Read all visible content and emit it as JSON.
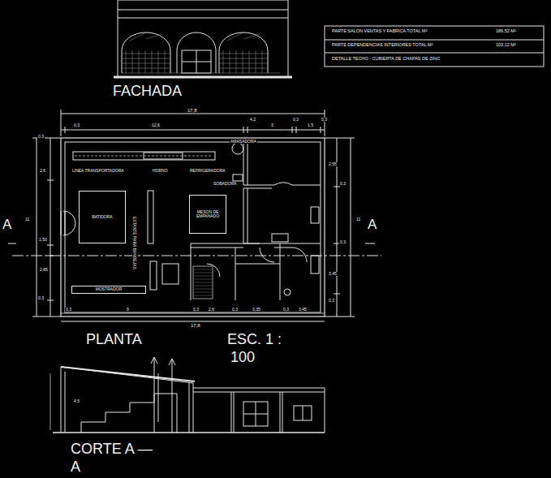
{
  "diagram": {
    "nodes": [
      {
        "text": [
          "BATIDORA"
        ]
      },
      {
        "text": [
          "MESON DE EMPANADO"
        ]
      },
      {
        "text": [
          "MOSTRADOR"
        ]
      }
    ],
    "labels": [
      "PARTE SALON VENTAS Y FABRICA TOTAL M²",
      "186,52 M²",
      "PARTE DEPENDENCIAS INTERIORES TOTAL M²",
      "103,12 M²",
      "DETALLE TECHO - CUBIERTA DE CHAPAS DE ZINC",
      "FACHADA",
      "17,8",
      "0,3",
      "12,6",
      "4,2",
      "3",
      "0,3",
      "1,5",
      "0,3",
      "AMASADORA",
      "LINEA TRANSPORTADORA",
      "HORNO",
      "REFRIGERADORA",
      "SOBADORA",
      "ESTANTE PARA BANDEJAS",
      "A",
      "A",
      "0,3",
      "2,6",
      "11",
      "1,50",
      "2,85",
      "0,3",
      "2,55",
      "0,3",
      "0,3",
      "3,45",
      "0,3",
      "11",
      "0,3",
      "9",
      "0,3",
      "2,6",
      "0,3",
      "3,35",
      "0,3",
      "3,45",
      "17,8",
      "PLANTA",
      "ESC. 1 :",
      "100",
      "4,5",
      "CORTE   A  —",
      "A"
    ]
  }
}
